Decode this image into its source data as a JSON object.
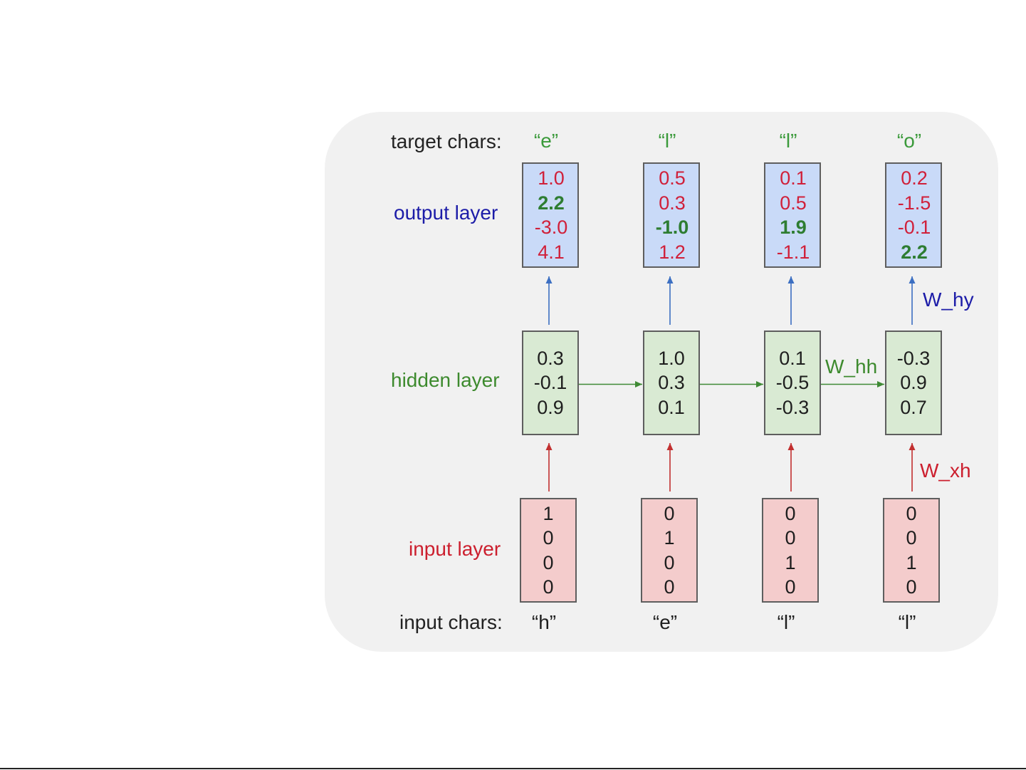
{
  "labels": {
    "target_chars": "target chars:",
    "output_layer": "output layer",
    "hidden_layer": "hidden layer",
    "input_layer": "input layer",
    "input_chars": "input chars:"
  },
  "target_chars": [
    "“e”",
    "“l”",
    "“l”",
    "“o”"
  ],
  "input_chars": [
    "“h”",
    "“e”",
    "“l”",
    "“l”"
  ],
  "output_layer": [
    [
      "1.0",
      "2.2",
      "-3.0",
      "4.1"
    ],
    [
      "0.5",
      "0.3",
      "-1.0",
      "1.2"
    ],
    [
      "0.1",
      "0.5",
      "1.9",
      "-1.1"
    ],
    [
      "0.2",
      "-1.5",
      "-0.1",
      "2.2"
    ]
  ],
  "target_index": [
    1,
    2,
    2,
    3
  ],
  "hidden_layer": [
    [
      "0.3",
      "-0.1",
      "0.9"
    ],
    [
      "1.0",
      "0.3",
      "0.1"
    ],
    [
      "0.1",
      "-0.5",
      "-0.3"
    ],
    [
      "-0.3",
      "0.9",
      "0.7"
    ]
  ],
  "input_layer": [
    [
      "1",
      "0",
      "0",
      "0"
    ],
    [
      "0",
      "1",
      "0",
      "0"
    ],
    [
      "0",
      "0",
      "1",
      "0"
    ],
    [
      "0",
      "0",
      "1",
      "0"
    ]
  ],
  "weights": {
    "w_hy": "W_hy",
    "w_hh": "W_hh",
    "w_xh": "W_xh"
  },
  "colors": {
    "panel_background": "#f1f1f1",
    "output_box": "#c9daf8",
    "hidden_box": "#d9ead3",
    "input_box": "#f4cccc",
    "label_dark": "#222222",
    "output_label": "#1c1ca8",
    "hidden_label": "#3d8a2e",
    "input_label": "#cc1f2e",
    "target_green": "#3b9a3b",
    "output_red": "#d0203a",
    "output_target_green": "#2e7d32",
    "arrow_blue": "#3c6fc2",
    "arrow_green": "#3f8a35",
    "arrow_red": "#c23030"
  }
}
